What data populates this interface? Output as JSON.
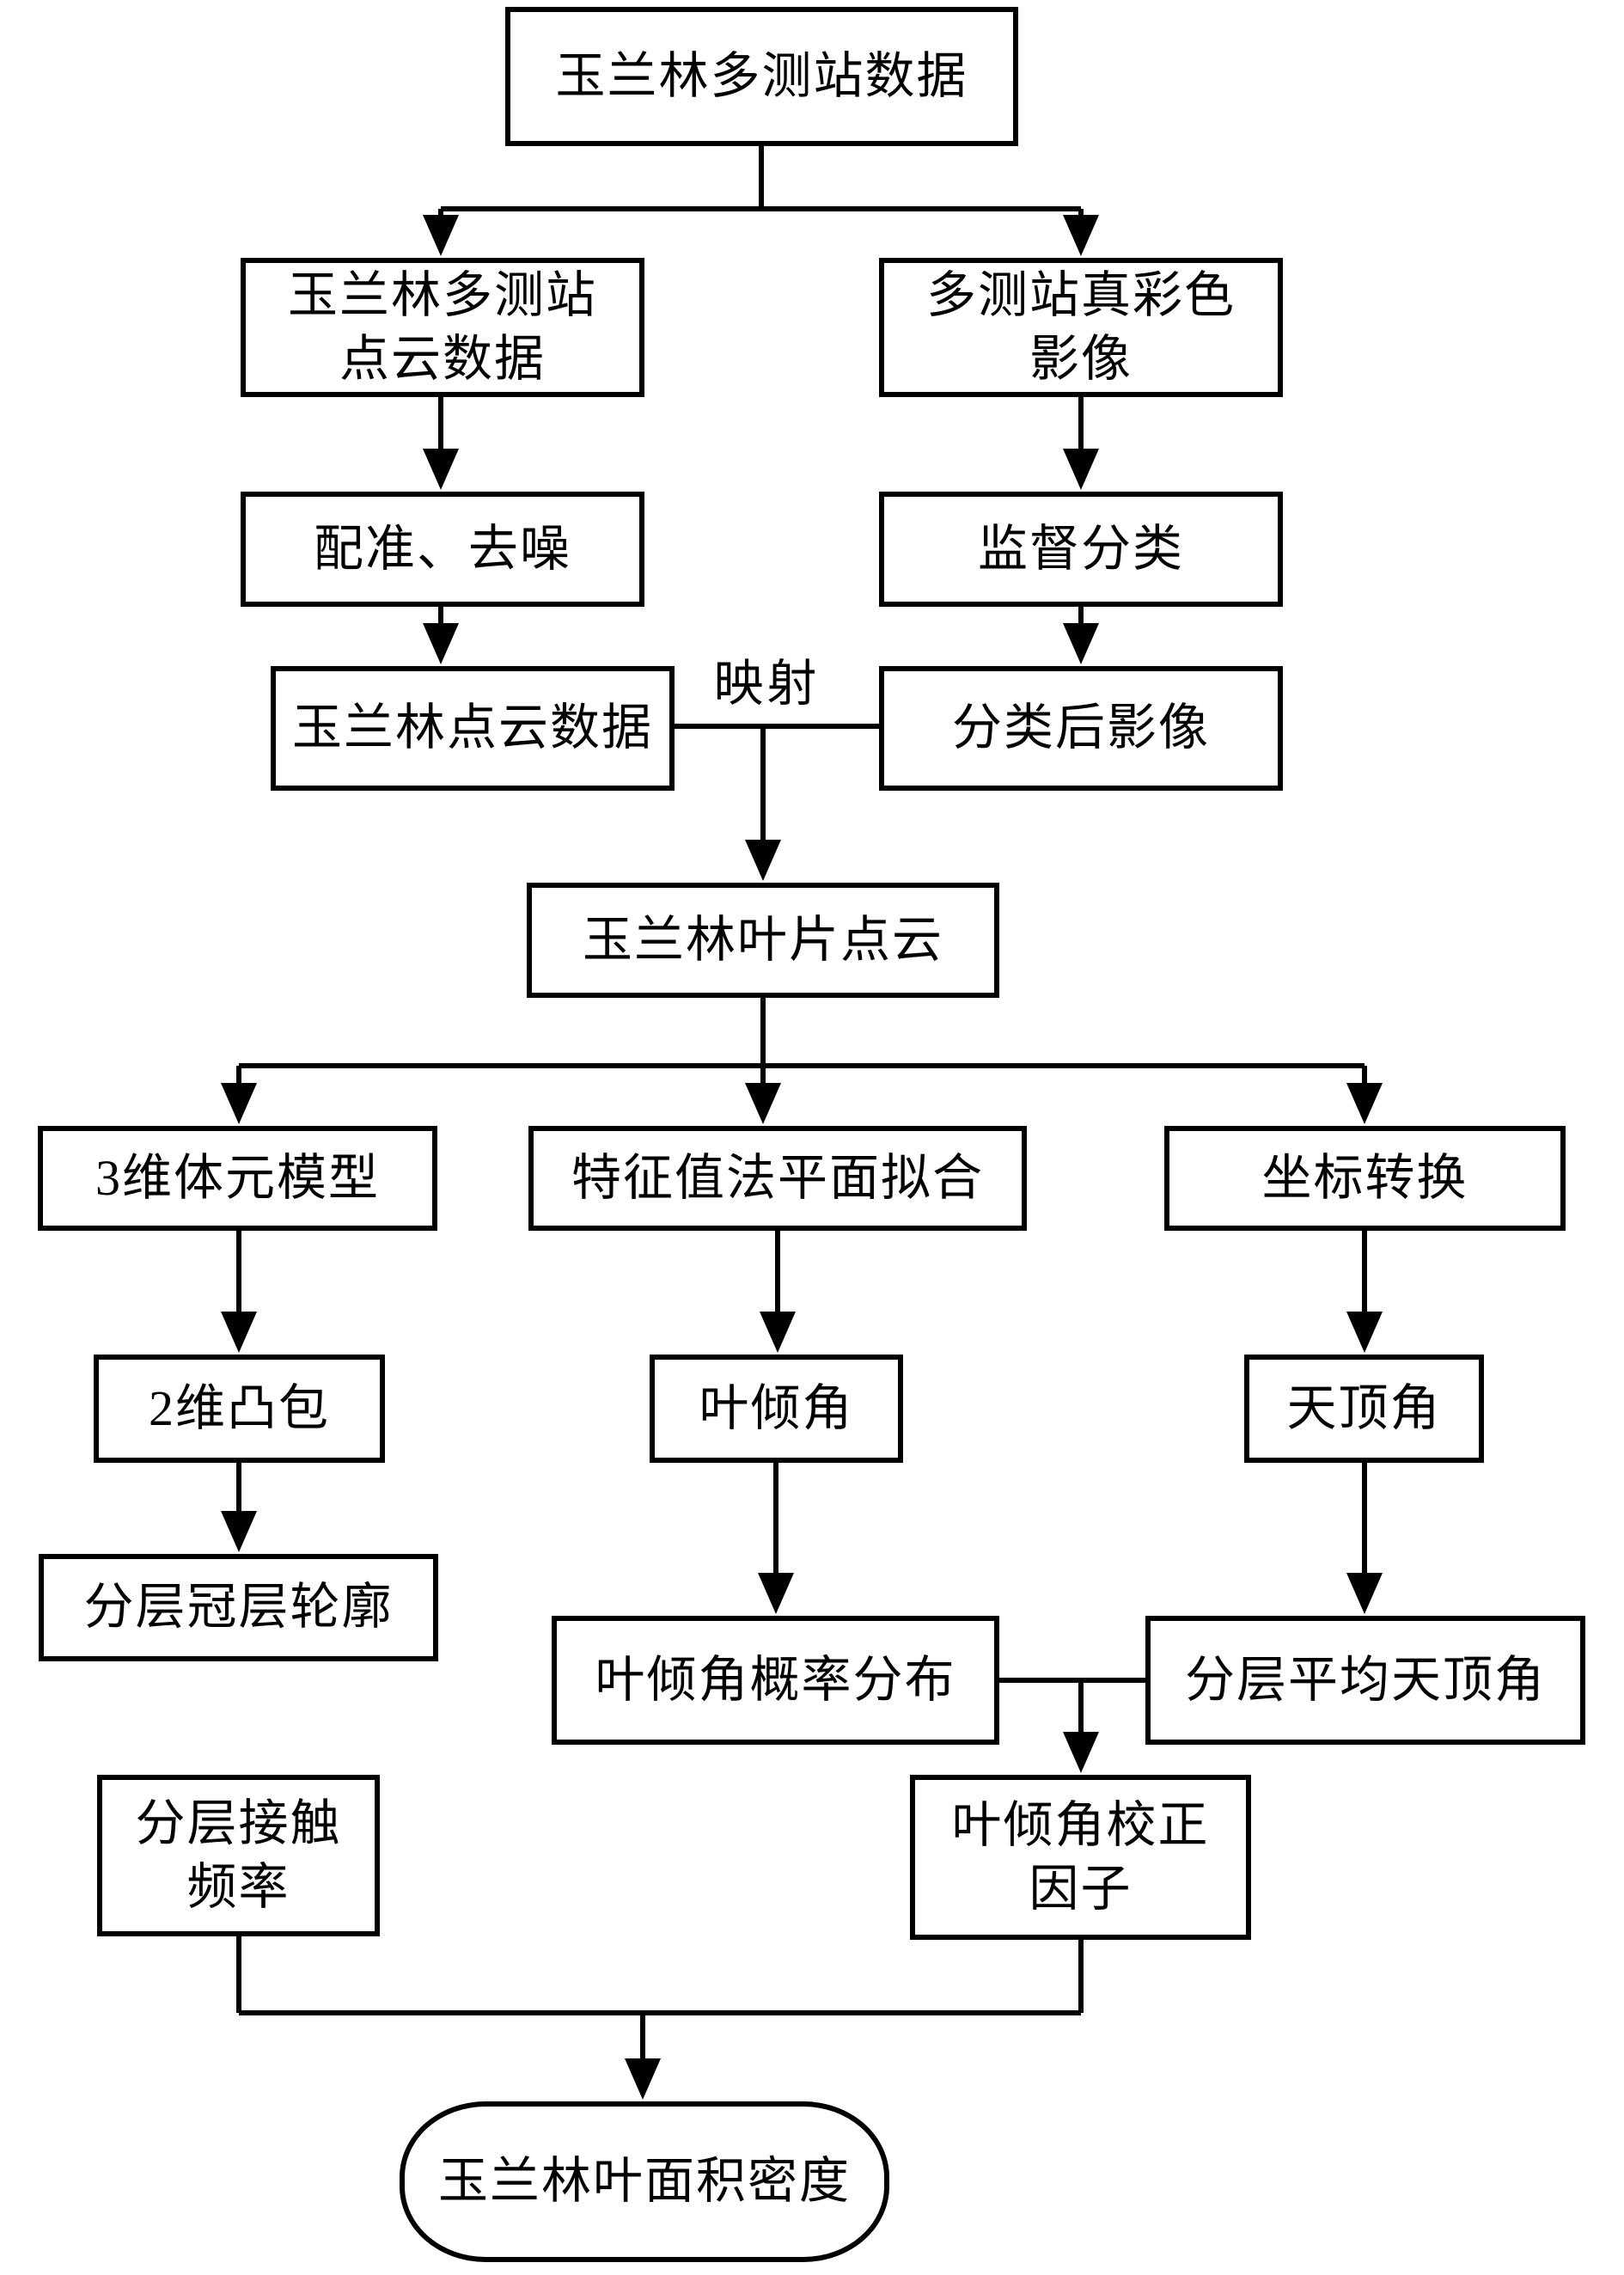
{
  "diagram": {
    "type": "flowchart",
    "language": "zh-CN",
    "colors": {
      "line": "#000000",
      "background": "#ffffff",
      "text": "#000000"
    },
    "nodes": {
      "n1": {
        "label": "玉兰林多测站数据"
      },
      "n2": {
        "label": "玉兰林多测站\n点云数据"
      },
      "n3": {
        "label": "多测站真彩色\n影像"
      },
      "n4": {
        "label": "配准、去噪"
      },
      "n5": {
        "label": "监督分类"
      },
      "n6": {
        "label": "玉兰林点云数据"
      },
      "n7": {
        "label": "分类后影像"
      },
      "n8": {
        "label": "玉兰林叶片点云"
      },
      "n9": {
        "label": "3维体元模型"
      },
      "n10": {
        "label": "特征值法平面拟合"
      },
      "n11": {
        "label": "坐标转换"
      },
      "n12": {
        "label": "2维凸包"
      },
      "n13": {
        "label": "叶倾角"
      },
      "n14": {
        "label": "天顶角"
      },
      "n15": {
        "label": "分层冠层轮廓"
      },
      "n16": {
        "label": "叶倾角概率分布"
      },
      "n17": {
        "label": "分层平均天顶角"
      },
      "n18": {
        "label": "分层接触\n频率"
      },
      "n19": {
        "label": "叶倾角校正\n因子"
      },
      "n20": {
        "label": "玉兰林叶面积密度"
      }
    },
    "edge_label": {
      "mapping": "映射"
    },
    "edges": [
      {
        "from": "玉兰林多测站数据",
        "to": "玉兰林多测站点云数据"
      },
      {
        "from": "玉兰林多测站数据",
        "to": "多测站真彩色影像"
      },
      {
        "from": "玉兰林多测站点云数据",
        "to": "配准、去噪"
      },
      {
        "from": "多测站真彩色影像",
        "to": "监督分类"
      },
      {
        "from": "配准、去噪",
        "to": "玉兰林点云数据"
      },
      {
        "from": "监督分类",
        "to": "分类后影像"
      },
      {
        "from": "玉兰林点云数据 + 分类后影像",
        "to": "玉兰林叶片点云",
        "label": "映射"
      },
      {
        "from": "玉兰林叶片点云",
        "to": "3维体元模型"
      },
      {
        "from": "玉兰林叶片点云",
        "to": "特征值法平面拟合"
      },
      {
        "from": "玉兰林叶片点云",
        "to": "坐标转换"
      },
      {
        "from": "3维体元模型",
        "to": "2维凸包"
      },
      {
        "from": "特征值法平面拟合",
        "to": "叶倾角"
      },
      {
        "from": "坐标转换",
        "to": "天顶角"
      },
      {
        "from": "2维凸包",
        "to": "分层冠层轮廓"
      },
      {
        "from": "叶倾角",
        "to": "叶倾角概率分布"
      },
      {
        "from": "天顶角",
        "to": "分层平均天顶角"
      },
      {
        "from": "叶倾角概率分布 + 分层平均天顶角",
        "to": "叶倾角校正因子"
      },
      {
        "from": "分层冠层轮廓",
        "to": "分层接触频率"
      },
      {
        "from": "分层接触频率 + 叶倾角校正因子",
        "to": "玉兰林叶面积密度"
      }
    ]
  }
}
